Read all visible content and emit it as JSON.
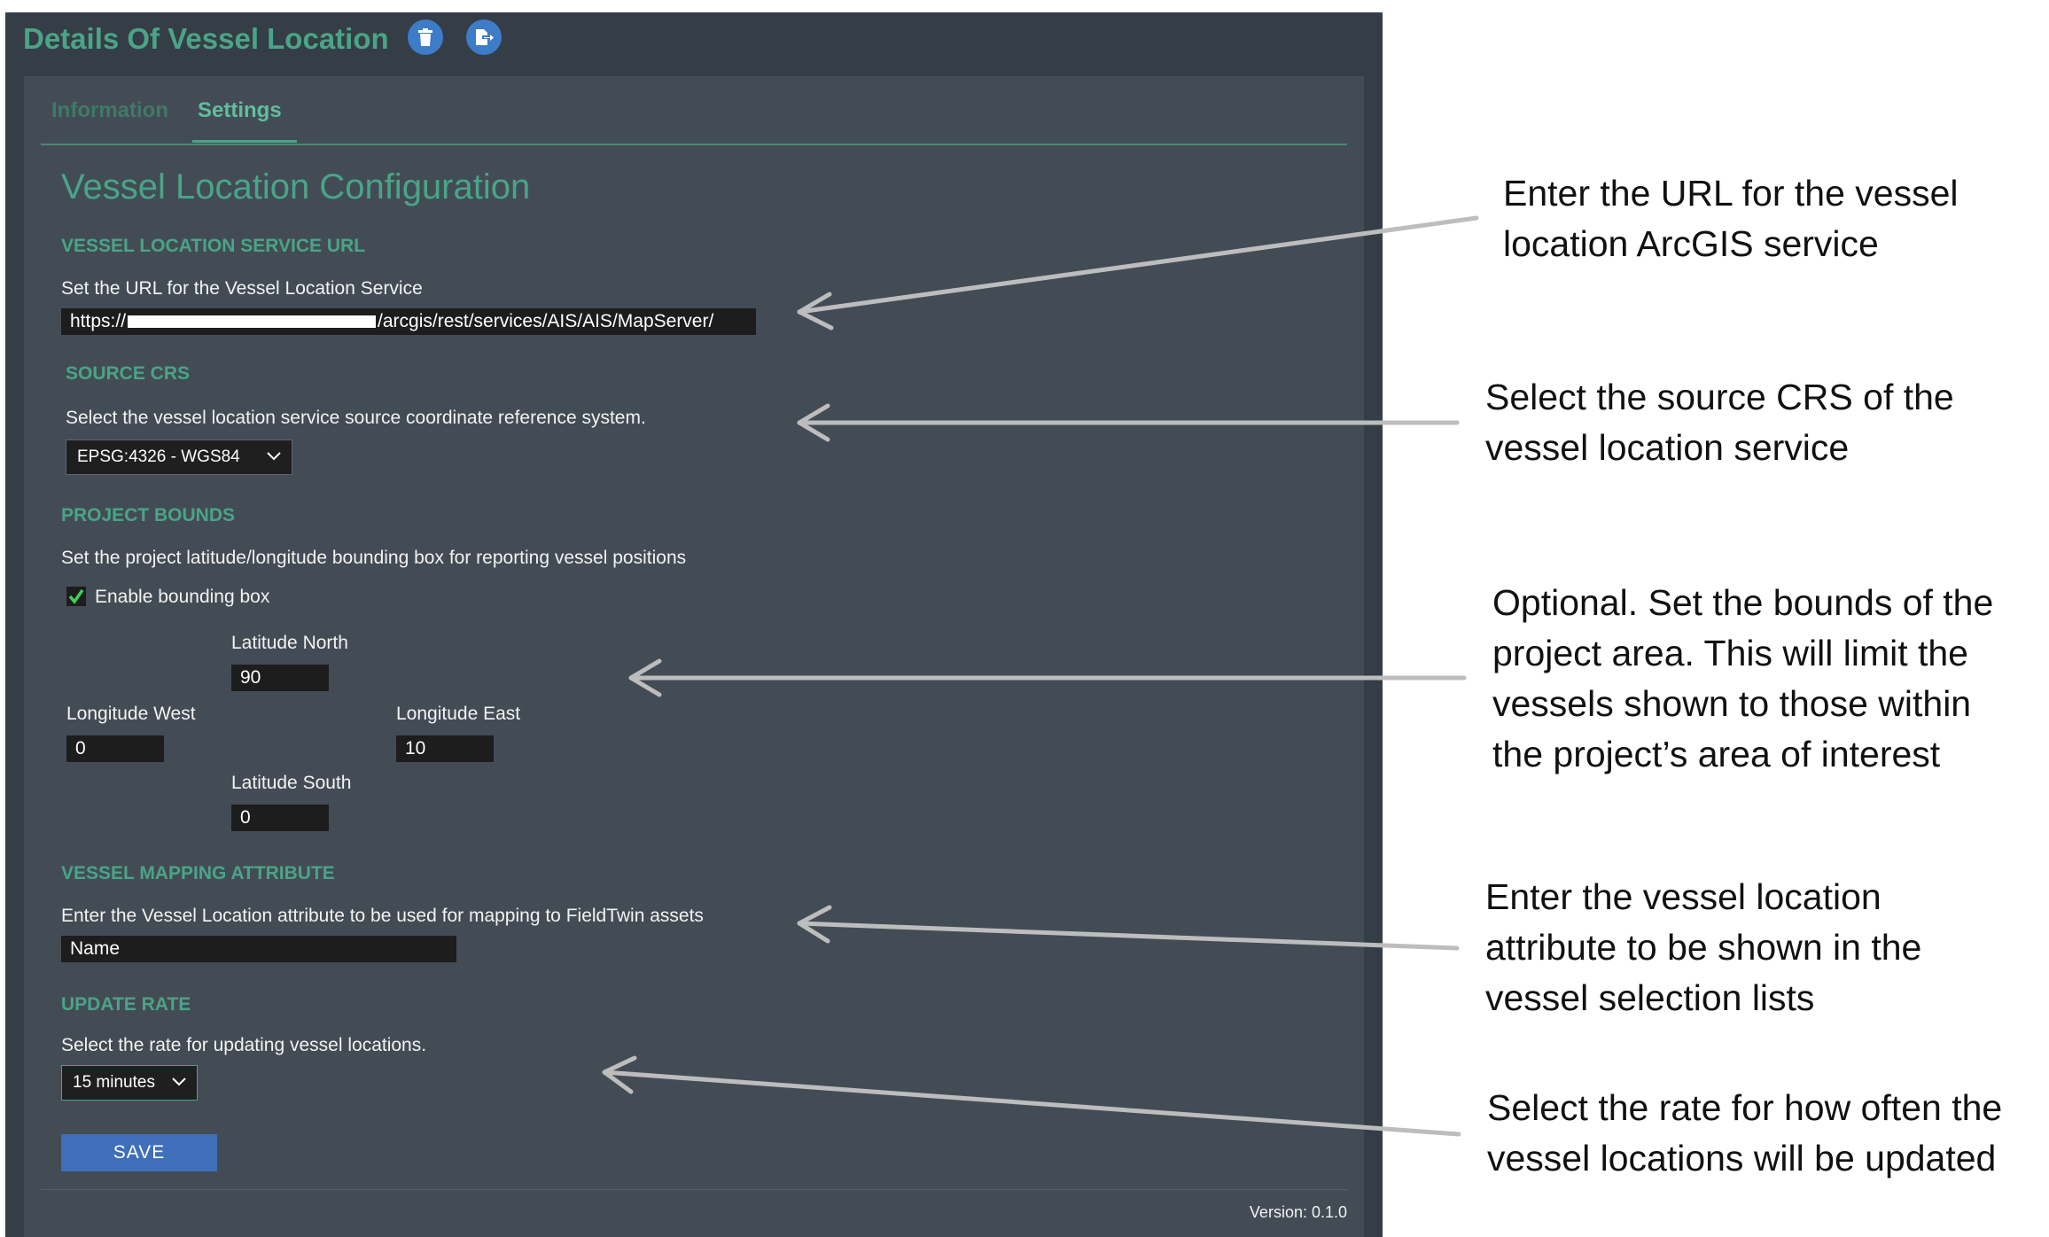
{
  "window": {
    "title": "Details Of Vessel Location",
    "icons": [
      "trash-icon",
      "export-icon"
    ]
  },
  "tabs": [
    {
      "label": "Information",
      "active": false
    },
    {
      "label": "Settings",
      "active": true
    }
  ],
  "config": {
    "heading": "Vessel Location Configuration",
    "service_url": {
      "title": "VESSEL LOCATION SERVICE URL",
      "description": "Set the URL for the Vessel Location Service",
      "value_prefix": "https://",
      "value_suffix": "/arcgis/rest/services/AIS/AIS/MapServer/"
    },
    "source_crs": {
      "title": "SOURCE CRS",
      "description": "Select the vessel location service source coordinate reference system.",
      "selected": "EPSG:4326 - WGS84"
    },
    "project_bounds": {
      "title": "PROJECT BOUNDS",
      "description": "Set the project latitude/longitude bounding box for reporting vessel positions",
      "checkbox_label": "Enable bounding box",
      "checkbox_checked": true,
      "lat_north": {
        "label": "Latitude North",
        "value": "90"
      },
      "lon_west": {
        "label": "Longitude West",
        "value": "0"
      },
      "lon_east": {
        "label": "Longitude East",
        "value": "10"
      },
      "lat_south": {
        "label": "Latitude South",
        "value": "0"
      }
    },
    "mapping_attribute": {
      "title": "VESSEL MAPPING ATTRIBUTE",
      "description": "Enter the Vessel Location attribute to be used for mapping to FieldTwin assets",
      "value": "Name"
    },
    "update_rate": {
      "title": "UPDATE RATE",
      "description": "Select the rate for updating vessel locations.",
      "selected": "15 minutes"
    },
    "save_label": "SAVE",
    "version": "Version: 0.1.0"
  },
  "annotations": [
    {
      "lines": [
        "Enter the URL for the vessel",
        "location ArcGIS service"
      ]
    },
    {
      "lines": [
        "Select the source CRS of the",
        "vessel location service"
      ]
    },
    {
      "lines": [
        "Optional. Set the bounds of the",
        "project area. This will limit the",
        "vessels shown to those within",
        "the project’s area of interest"
      ]
    },
    {
      "lines": [
        "Enter the vessel location",
        "attribute to be shown in the",
        "vessel selection lists"
      ]
    },
    {
      "lines": [
        "Select the rate for how often the",
        "vessel locations will be updated"
      ]
    }
  ],
  "colors": {
    "window_bg": "#353d46",
    "panel_bg": "#434c55",
    "accent_green": "#4aa488",
    "button_blue": "#3f6fb8",
    "checkbox_green": "#3ecf5a"
  }
}
